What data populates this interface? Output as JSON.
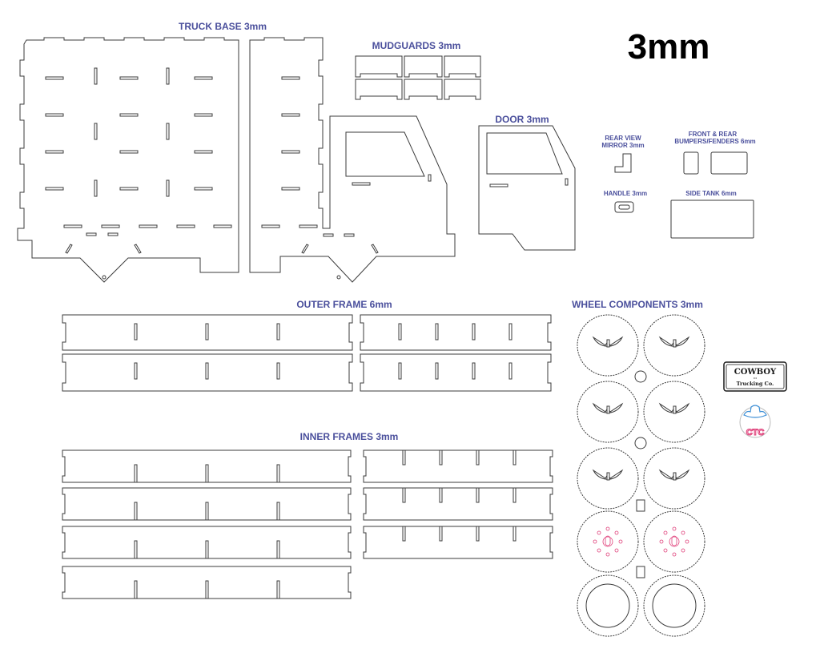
{
  "sheet": {
    "thickness_title": "3mm",
    "labels": {
      "truck_base": "TRUCK BASE 3mm",
      "mudguards": "MUDGUARDS 3mm",
      "door": "DOOR 3mm",
      "rear_view_mirror_1": "REAR VIEW",
      "rear_view_mirror_2": "MIRROR 3mm",
      "bumpers_1": "FRONT & REAR",
      "bumpers_2": "BUMPERS/FENDERS 6mm",
      "handle": "HANDLE 3mm",
      "side_tank": "SIDE TANK 6mm",
      "outer_frame": "OUTER FRAME 6mm",
      "inner_frames": "INNER FRAMES 3mm",
      "wheel_components": "WHEEL COMPONENTS 3mm"
    }
  },
  "logo": {
    "brand": "COWBOY",
    "tagline": "Trucking Co.",
    "badge": "CTC"
  },
  "colors": {
    "label": "#4a4f9c",
    "cut_line": "#3b3b3b",
    "logo_pink": "#e0407a",
    "logo_blue": "#3d8fd6"
  }
}
